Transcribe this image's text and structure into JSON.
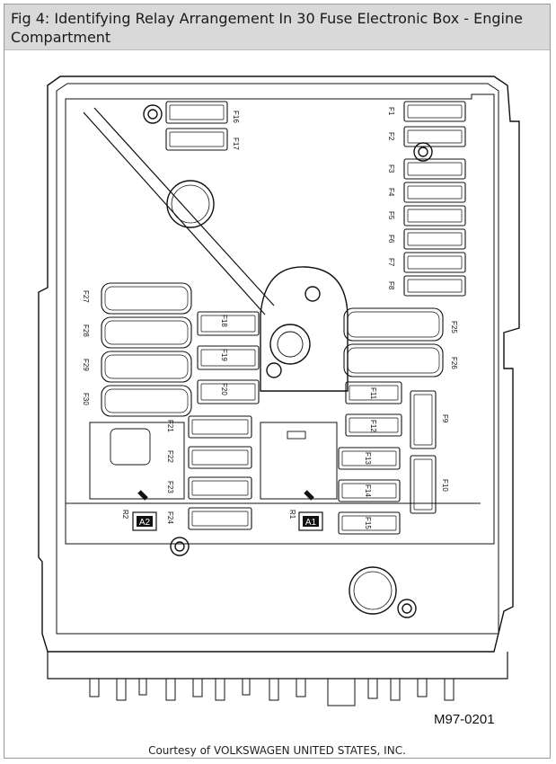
{
  "header": {
    "title": "Fig 4: Identifying Relay Arrangement In 30 Fuse Electronic Box - Engine Compartment"
  },
  "diagram": {
    "code": "M97-0201",
    "fuses_top_left": [
      "F16",
      "F17"
    ],
    "fuses_top_right": [
      "F1",
      "F2",
      "F3",
      "F4",
      "F5",
      "F6",
      "F7",
      "F8"
    ],
    "fuses_large_left": [
      "F27",
      "F28",
      "F29",
      "F30"
    ],
    "fuses_mid_left": [
      "F18",
      "F19",
      "F20"
    ],
    "fuses_large_right": [
      "F25",
      "F26"
    ],
    "fuses_mid_right": [
      "F11",
      "F12"
    ],
    "fuses_side_right": [
      "F9",
      "F10"
    ],
    "fuses_lower_left": [
      "F21",
      "F22",
      "F23",
      "F24"
    ],
    "fuses_lower_right": [
      "F13",
      "F14",
      "F15"
    ],
    "relay_labels": [
      "R2",
      "R1"
    ],
    "relay_tags": [
      "A2",
      "A1"
    ]
  },
  "footer": {
    "courtesy": "Courtesy of VOLKSWAGEN UNITED STATES, INC."
  }
}
